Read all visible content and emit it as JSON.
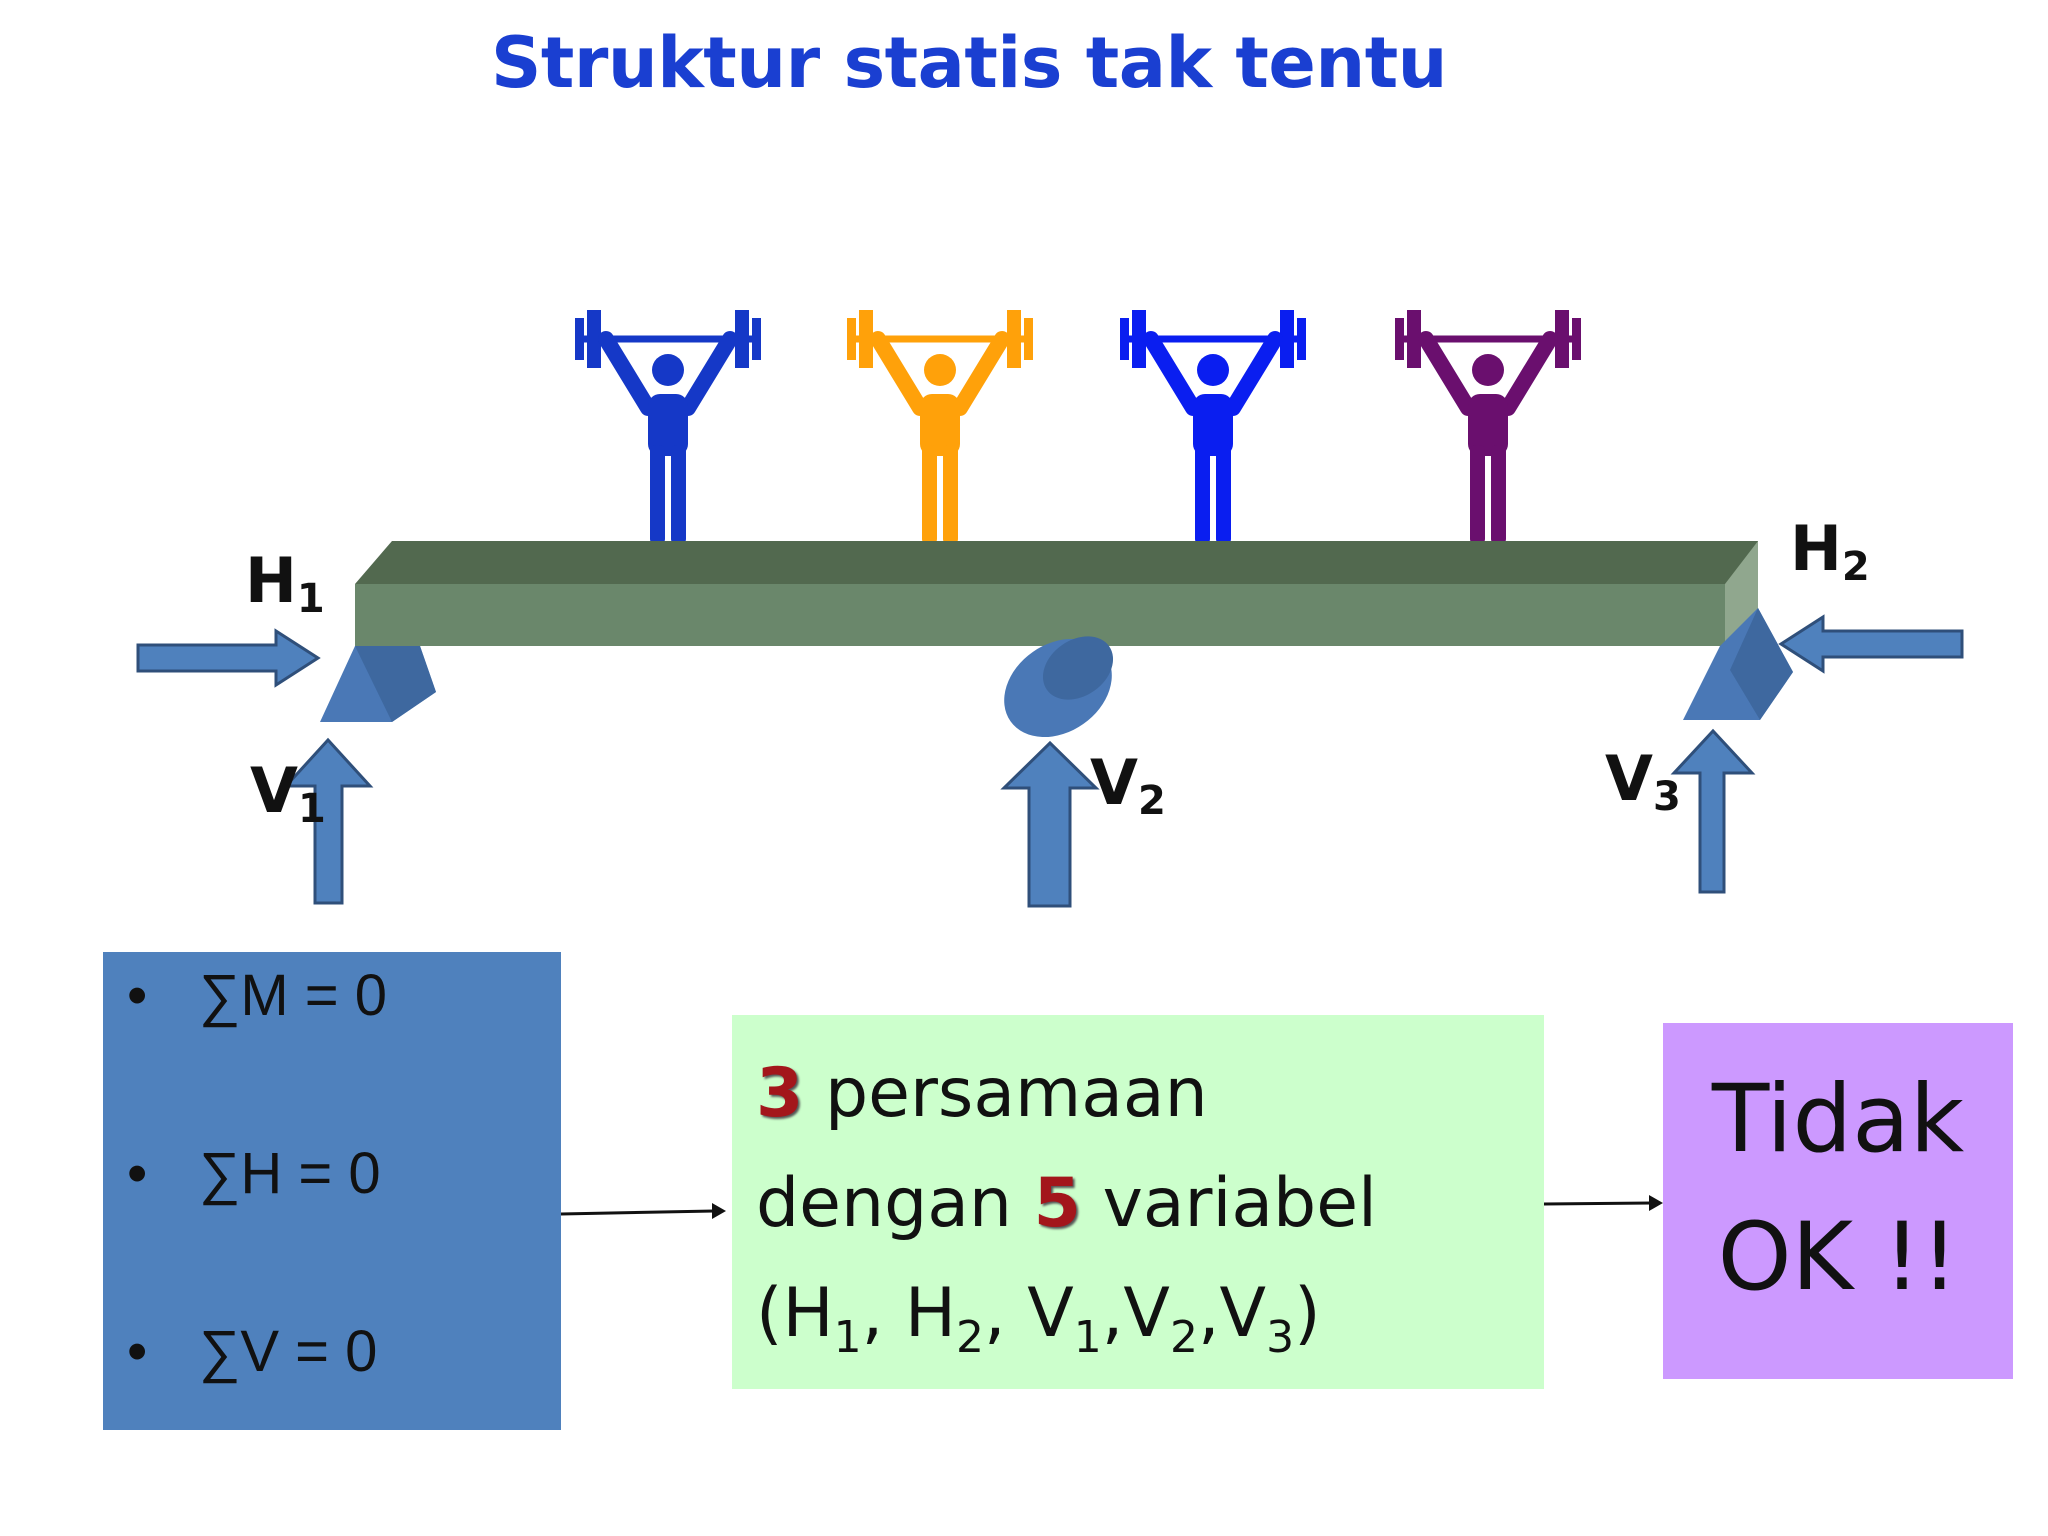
{
  "title": "Struktur statis tak tentu",
  "labels": {
    "h1": {
      "letter": "H",
      "sub": "1"
    },
    "h2": {
      "letter": "H",
      "sub": "2"
    },
    "v1": {
      "letter": "V",
      "sub": "1"
    },
    "v2": {
      "letter": "V",
      "sub": "2"
    },
    "v3": {
      "letter": "V",
      "sub": "3"
    }
  },
  "lifter_colors": [
    "#1538c7",
    "#ffa10a",
    "#0a1ef0",
    "#6a0f6e"
  ],
  "colors": {
    "beam_top": "#52694f",
    "beam_front": "#6a876b",
    "beam_end": "#90a78e",
    "support": "#4a78b6",
    "arrow_fill": "#4f81bd",
    "arrow_stroke": "#2f4f7a",
    "equation_box": "#4f81bd",
    "count_box": "#ccffcc",
    "verdict_box": "#cc99ff",
    "highlight": "#a3161b"
  },
  "equations": {
    "bullet": "•",
    "items": [
      "∑M = 0",
      "∑H = 0",
      "∑V = 0"
    ]
  },
  "count": {
    "n_equations": "3",
    "line1_text": " persamaan",
    "line2_pre": "dengan ",
    "n_variables": "5",
    "line2_post": " variabel",
    "vars": {
      "open": "(H",
      "s1": "1",
      "t1": ", H",
      "s2": "2",
      "t2": ", V",
      "s3": "1",
      "t3": ",V",
      "s4": "2",
      "t4": ",V",
      "s5": "3",
      "close": ")"
    }
  },
  "verdict": {
    "line1": "Tidak",
    "line2": "OK !!"
  }
}
